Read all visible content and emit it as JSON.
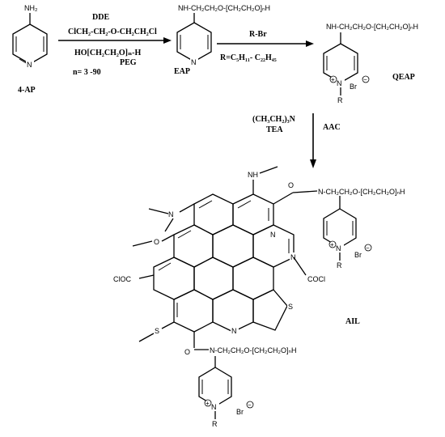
{
  "compounds": {
    "ap": {
      "label": "4-AP",
      "substituent": "NH₂",
      "ring_n": "N"
    },
    "eap": {
      "label": "EAP",
      "substituent": "NH-CH₂CH₂O-[CH₂CH₂O]ₙH",
      "ring_n": "N"
    },
    "qeap": {
      "label": "QEAP",
      "substituent": "NH-CH₂CH₂O-[CH₂CH₂O]ₙH",
      "ring_n": "N",
      "r_group": "R",
      "counter_ion": "Br",
      "charge_plus": "+",
      "charge_minus": "−"
    },
    "ail": {
      "label": "AIL"
    }
  },
  "step1": {
    "reagent1": "DDE",
    "reagent2": "ClCH₂-CH₂-O-CH₂CH₂Cl",
    "reagent3": "HO[CH₂CH₂O]ₙ-H",
    "reagent4": "PEG",
    "condition": "n= 3 -90"
  },
  "step2": {
    "reagent1": "R-Br",
    "reagent2": "R=C₅H₁₁- C₂₂H₄₅"
  },
  "step3": {
    "reagent1": "(CH₃CH₂)₃N",
    "reagent2": "TEA",
    "reagent3": "AAC"
  },
  "ail_groups": {
    "amide_top": "N-CH₂CH₂O-[CH₂CH₂O]ₙH",
    "amide_bottom": "N-CH₂CH₂O-[CH₂CH₂O]ₙH",
    "nh": "NH",
    "n_dimethyl": "N",
    "ring_n1": "N",
    "ring_n2": "N",
    "ring_n3": "N",
    "ring_n_bottom": "N",
    "s1": "S",
    "s2": "S",
    "o_methoxy": "O",
    "coci_right": "COCl",
    "cioc_left": "ClOC",
    "carbonyl_o_top": "O",
    "carbonyl_o_bottom": "O",
    "r1": "R",
    "r2": "R",
    "br1": "Br",
    "br2": "Br",
    "plus": "+",
    "minus": "−"
  }
}
